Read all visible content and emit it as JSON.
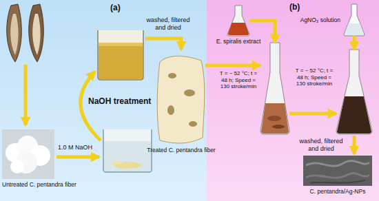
{
  "diagram": {
    "nodes": [
      {
        "text": [
          "(a)"
        ]
      },
      {
        "text": [
          "(b)"
        ]
      },
      {
        "text": [
          "Untreated C. pentandra fiber"
        ],
        "in": 0
      },
      {
        "text": [
          "Treated C. pentandra fiber"
        ],
        "in": 0
      },
      {
        "text": [
          "E. spiralis extract"
        ],
        "in": 1
      },
      {
        "text": [
          "T = ~ 52 °C; t = 48 h; Speed = 130 stroke/min"
        ],
        "in": 1
      },
      {
        "text": [
          "AgNO₃ solution"
        ],
        "in": 1
      },
      {
        "text": [
          "T = ~ 52 °C; t = 48 h; Speed = 130 stroke/min"
        ],
        "in": 1
      },
      {
        "text": [
          "C. pentandra/Ag-NPs"
        ],
        "in": 1
      }
    ],
    "edges": [
      {
        "from": 3,
        "to": 5,
        "arrow": "to"
      },
      {
        "from": 4,
        "to": 5,
        "arrow": "to"
      },
      {
        "from": 5,
        "to": 7,
        "arrow": "to"
      },
      {
        "from": 6,
        "to": 7,
        "arrow": "to"
      },
      {
        "from": 7,
        "to": 8,
        "label": "washed, filtered and dried",
        "arrow": "to"
      }
    ],
    "labels": [
      "NaOH treatment",
      "1.0 M NaOH",
      "washed, filtered and dried"
    ]
  }
}
